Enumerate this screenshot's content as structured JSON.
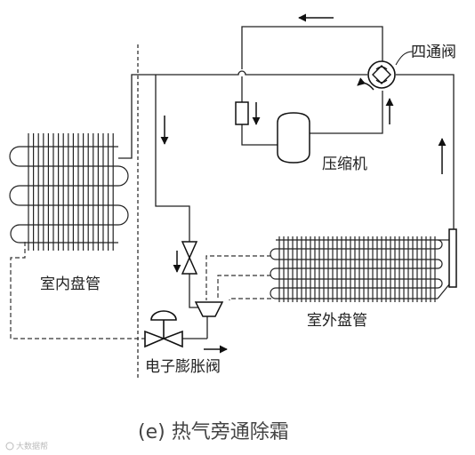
{
  "labels": {
    "four_way_valve": "四通阀",
    "compressor": "压缩机",
    "indoor_coil": "室内盘管",
    "outdoor_coil": "室外盘管",
    "expansion_valve": "电子膨胀阀"
  },
  "caption": "(e) 热气旁通除霜",
  "watermark": "大数据帮"
}
